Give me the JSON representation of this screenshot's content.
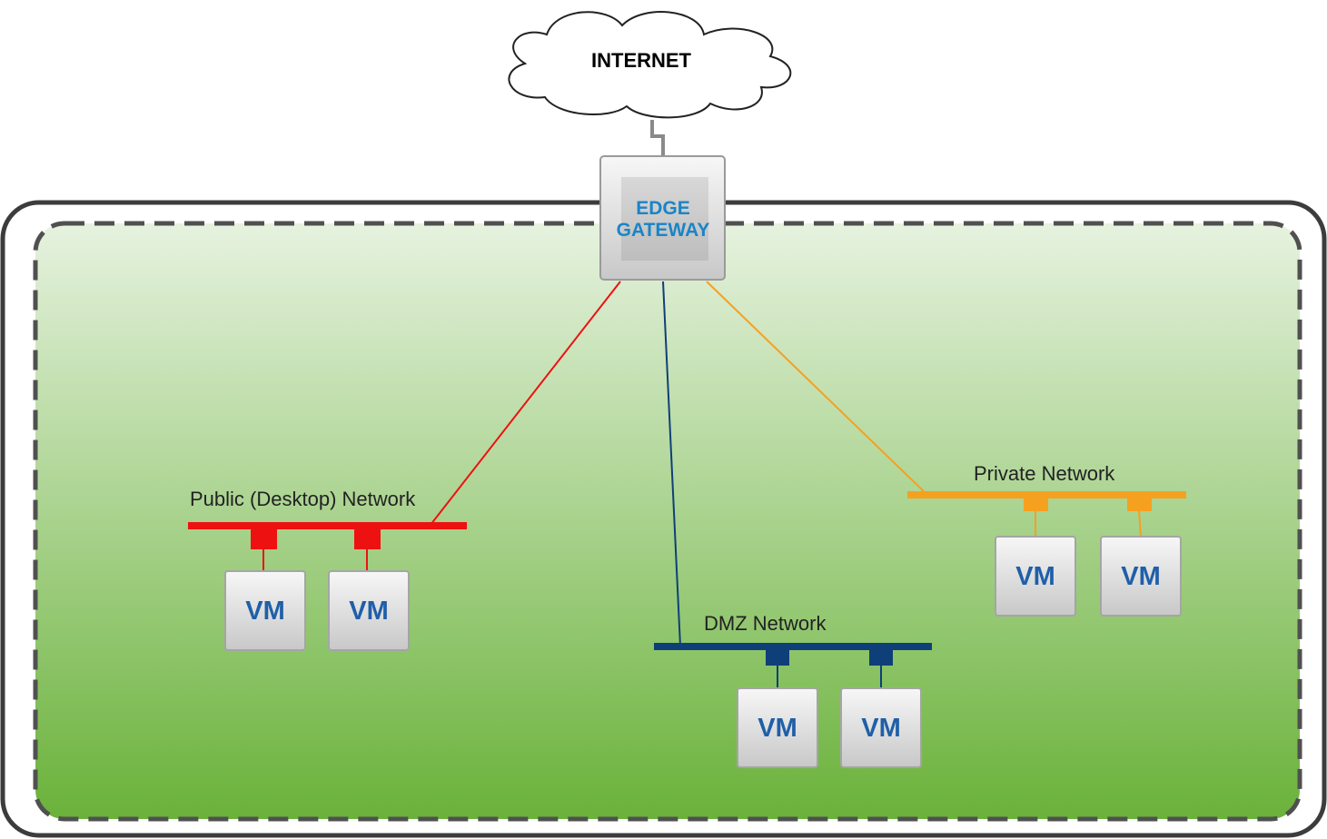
{
  "internet": {
    "label": "INTERNET"
  },
  "gateway": {
    "line1": "EDGE",
    "line2": "GATEWAY"
  },
  "networks": [
    {
      "id": "public",
      "label": "Public (Desktop) Network",
      "color": "#ee1111",
      "vm_labels": [
        "VM",
        "VM"
      ]
    },
    {
      "id": "dmz",
      "label": "DMZ Network",
      "color": "#0f3f78",
      "vm_labels": [
        "VM",
        "VM"
      ]
    },
    {
      "id": "private",
      "label": "Private Network",
      "color": "#f6a020",
      "vm_labels": [
        "VM",
        "VM"
      ]
    }
  ],
  "colors": {
    "zone_top": "#e6f2df",
    "zone_bottom": "#6ab23a",
    "zone_border": "#505050",
    "outer_border": "#3c3c3c",
    "vm_text": "#1f5fa8",
    "gateway_text": "#1b84c6"
  }
}
